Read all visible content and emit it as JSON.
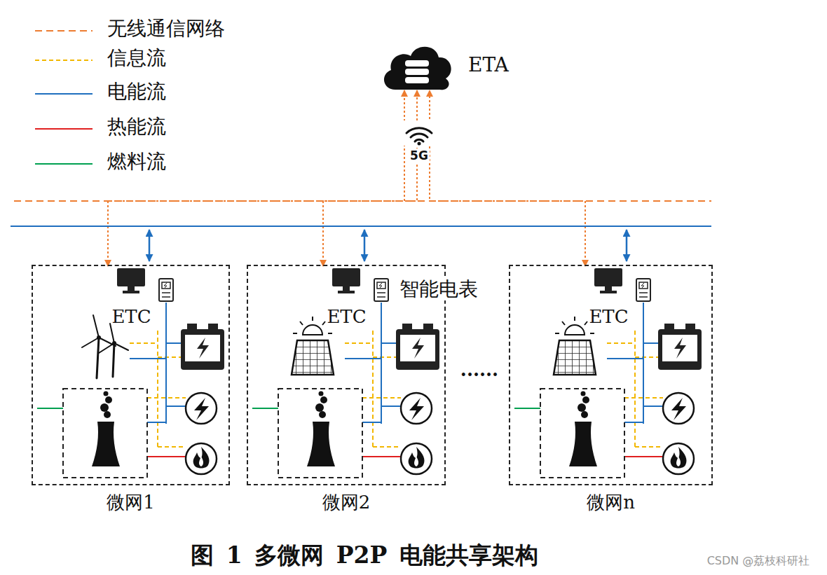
{
  "diagram": {
    "caption": "图 1 多微网 P2P 电能共享架构",
    "nodes": [
      {
        "text": [
          "ETA"
        ]
      },
      {
        "text": [
          "微网1"
        ]
      },
      {
        "text": [
          "ETC"
        ],
        "in": 1
      },
      {
        "text": [
          "微网2"
        ]
      },
      {
        "text": [
          "ETC"
        ],
        "in": 3
      },
      {
        "text": [
          "智能电表"
        ],
        "in": 3
      },
      {
        "text": [
          "微网n"
        ]
      },
      {
        "text": [
          "ETC"
        ],
        "in": 6
      }
    ],
    "edges": [
      {
        "from": 2,
        "to": 0,
        "arrow": "both"
      },
      {
        "from": 4,
        "to": 0,
        "arrow": "both"
      },
      {
        "from": 7,
        "to": 0,
        "arrow": "both"
      }
    ],
    "labels": [
      "5G",
      "......",
      "CSDN @荔枝科研社"
    ],
    "legend": [
      {
        "text": "无线通信网络"
      },
      {
        "text": "信息流"
      },
      {
        "text": "电能流"
      },
      {
        "text": "热能流"
      },
      {
        "text": "燃料流"
      }
    ]
  }
}
